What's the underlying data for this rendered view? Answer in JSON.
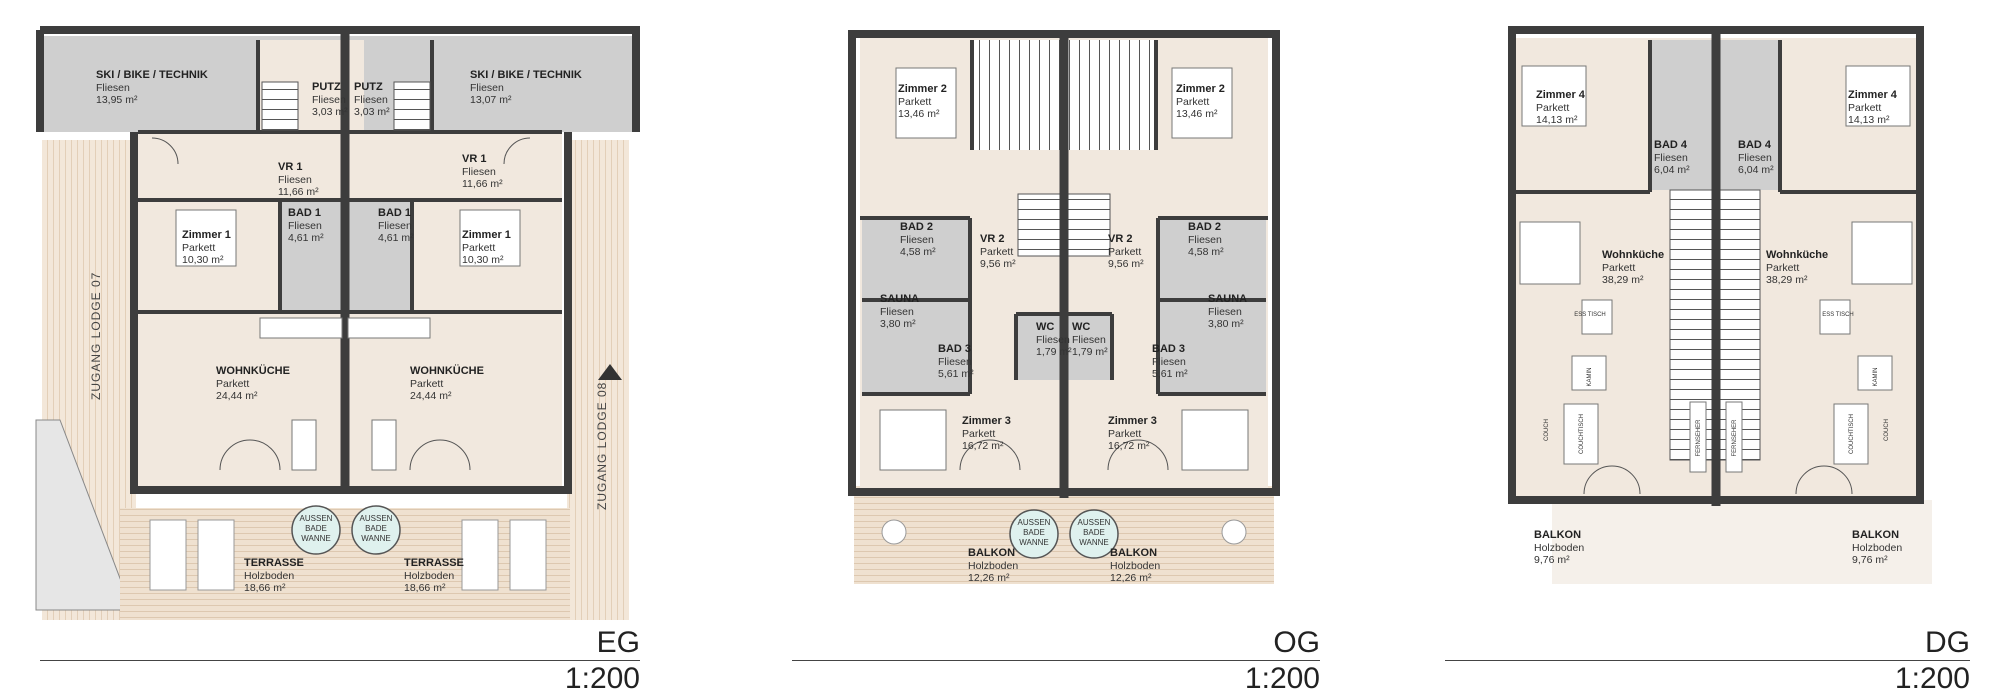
{
  "plans": [
    {
      "level": "EG",
      "scale": "1:200",
      "access_labels": [
        "ZUGANG LODGE 07",
        "ZUGANG LODGE 08"
      ],
      "badges": [
        [
          "AUSSEN",
          "BADE",
          "WANNE"
        ],
        [
          "AUSSEN",
          "BADE",
          "WANNE"
        ]
      ],
      "rooms": [
        {
          "name": "SKI / BIKE / TECHNIK",
          "floor": "Fliesen",
          "area": "13,95 m²"
        },
        {
          "name": "PUTZ",
          "floor": "Fliesen",
          "area": "3,03 m²"
        },
        {
          "name": "PUTZ",
          "floor": "Fliesen",
          "area": "3,03 m²"
        },
        {
          "name": "SKI / BIKE / TECHNIK",
          "floor": "Fliesen",
          "area": "13,07 m²"
        },
        {
          "name": "VR 1",
          "floor": "Fliesen",
          "area": "11,66 m²"
        },
        {
          "name": "VR 1",
          "floor": "Fliesen",
          "area": "11,66 m²"
        },
        {
          "name": "Zimmer 1",
          "floor": "Parkett",
          "area": "10,30 m²"
        },
        {
          "name": "BAD 1",
          "floor": "Fliesen",
          "area": "4,61 m²"
        },
        {
          "name": "BAD 1",
          "floor": "Fliesen",
          "area": "4,61 m²"
        },
        {
          "name": "Zimmer 1",
          "floor": "Parkett",
          "area": "10,30 m²"
        },
        {
          "name": "WOHNKÜCHE",
          "floor": "Parkett",
          "area": "24,44 m²"
        },
        {
          "name": "WOHNKÜCHE",
          "floor": "Parkett",
          "area": "24,44 m²"
        },
        {
          "name": "TERRASSE",
          "floor": "Holzboden",
          "area": "18,66 m²"
        },
        {
          "name": "TERRASSE",
          "floor": "Holzboden",
          "area": "18,66 m²"
        }
      ]
    },
    {
      "level": "OG",
      "scale": "1:200",
      "badges": [
        [
          "AUSSEN",
          "BADE",
          "WANNE"
        ],
        [
          "AUSSEN",
          "BADE",
          "WANNE"
        ]
      ],
      "rooms": [
        {
          "name": "Zimmer 2",
          "floor": "Parkett",
          "area": "13,46 m²"
        },
        {
          "name": "Zimmer 2",
          "floor": "Parkett",
          "area": "13,46 m²"
        },
        {
          "name": "BAD 2",
          "floor": "Fliesen",
          "area": "4,58 m²"
        },
        {
          "name": "VR 2",
          "floor": "Parkett",
          "area": "9,56 m²"
        },
        {
          "name": "VR 2",
          "floor": "Parkett",
          "area": "9,56 m²"
        },
        {
          "name": "BAD 2",
          "floor": "Fliesen",
          "area": "4,58 m²"
        },
        {
          "name": "SAUNA",
          "floor": "Fliesen",
          "area": "3,80 m²"
        },
        {
          "name": "WC",
          "floor": "Fliesen",
          "area": "1,79 m²"
        },
        {
          "name": "WC",
          "floor": "Fliesen",
          "area": "1,79 m²"
        },
        {
          "name": "SAUNA",
          "floor": "Fliesen",
          "area": "3,80 m²"
        },
        {
          "name": "BAD 3",
          "floor": "Fliesen",
          "area": "5,61 m²"
        },
        {
          "name": "BAD 3",
          "floor": "Fliesen",
          "area": "5,61 m²"
        },
        {
          "name": "Zimmer 3",
          "floor": "Parkett",
          "area": "16,72 m²"
        },
        {
          "name": "Zimmer 3",
          "floor": "Parkett",
          "area": "16,72 m²"
        },
        {
          "name": "BALKON",
          "floor": "Holzboden",
          "area": "12,26 m²"
        },
        {
          "name": "BALKON",
          "floor": "Holzboden",
          "area": "12,26 m²"
        }
      ]
    },
    {
      "level": "DG",
      "scale": "1:200",
      "furniture_labels": [
        "ESS TISCH",
        "ESS TISCH",
        "KAMIN",
        "KAMIN",
        "COUCH",
        "COUCHTISCH",
        "COUCHTISCH",
        "COUCH",
        "FERNSEHER",
        "FERNSEHER"
      ],
      "rooms": [
        {
          "name": "Zimmer 4",
          "floor": "Parkett",
          "area": "14,13 m²"
        },
        {
          "name": "BAD 4",
          "floor": "Fliesen",
          "area": "6,04 m²"
        },
        {
          "name": "BAD 4",
          "floor": "Fliesen",
          "area": "6,04 m²"
        },
        {
          "name": "Zimmer 4",
          "floor": "Parkett",
          "area": "14,13 m²"
        },
        {
          "name": "Wohnküche",
          "floor": "Parkett",
          "area": "38,29 m²"
        },
        {
          "name": "Wohnküche",
          "floor": "Parkett",
          "area": "38,29 m²"
        },
        {
          "name": "BALKON",
          "floor": "Holzboden",
          "area": "9,76 m²"
        },
        {
          "name": "BALKON",
          "floor": "Holzboden",
          "area": "9,76 m²"
        }
      ]
    }
  ],
  "colors": {
    "wall": "#3d3d3d",
    "wet_area": "#cfcfcf",
    "living_area": "#f1e8de",
    "wood": "#ecdcca",
    "stair": "#ffffff",
    "line": "#555555"
  }
}
